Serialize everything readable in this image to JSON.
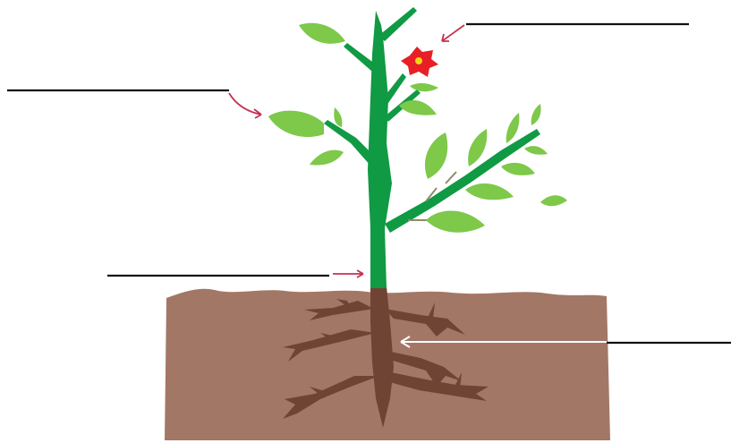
{
  "diagram": {
    "subject": "plant-parts",
    "labels": [
      {
        "id": "flower",
        "text": ""
      },
      {
        "id": "leaf",
        "text": ""
      },
      {
        "id": "stem",
        "text": ""
      },
      {
        "id": "root",
        "text": ""
      }
    ]
  },
  "colors": {
    "stem": "#0f9a43",
    "leaf": "#7ec84a",
    "flower": "#e81f26",
    "flower_center": "#f7d21c",
    "soil": "#a37766",
    "root": "#6f4434",
    "arrow": "#c8304f",
    "white_arrow": "#ffffff",
    "line": "#111111"
  }
}
